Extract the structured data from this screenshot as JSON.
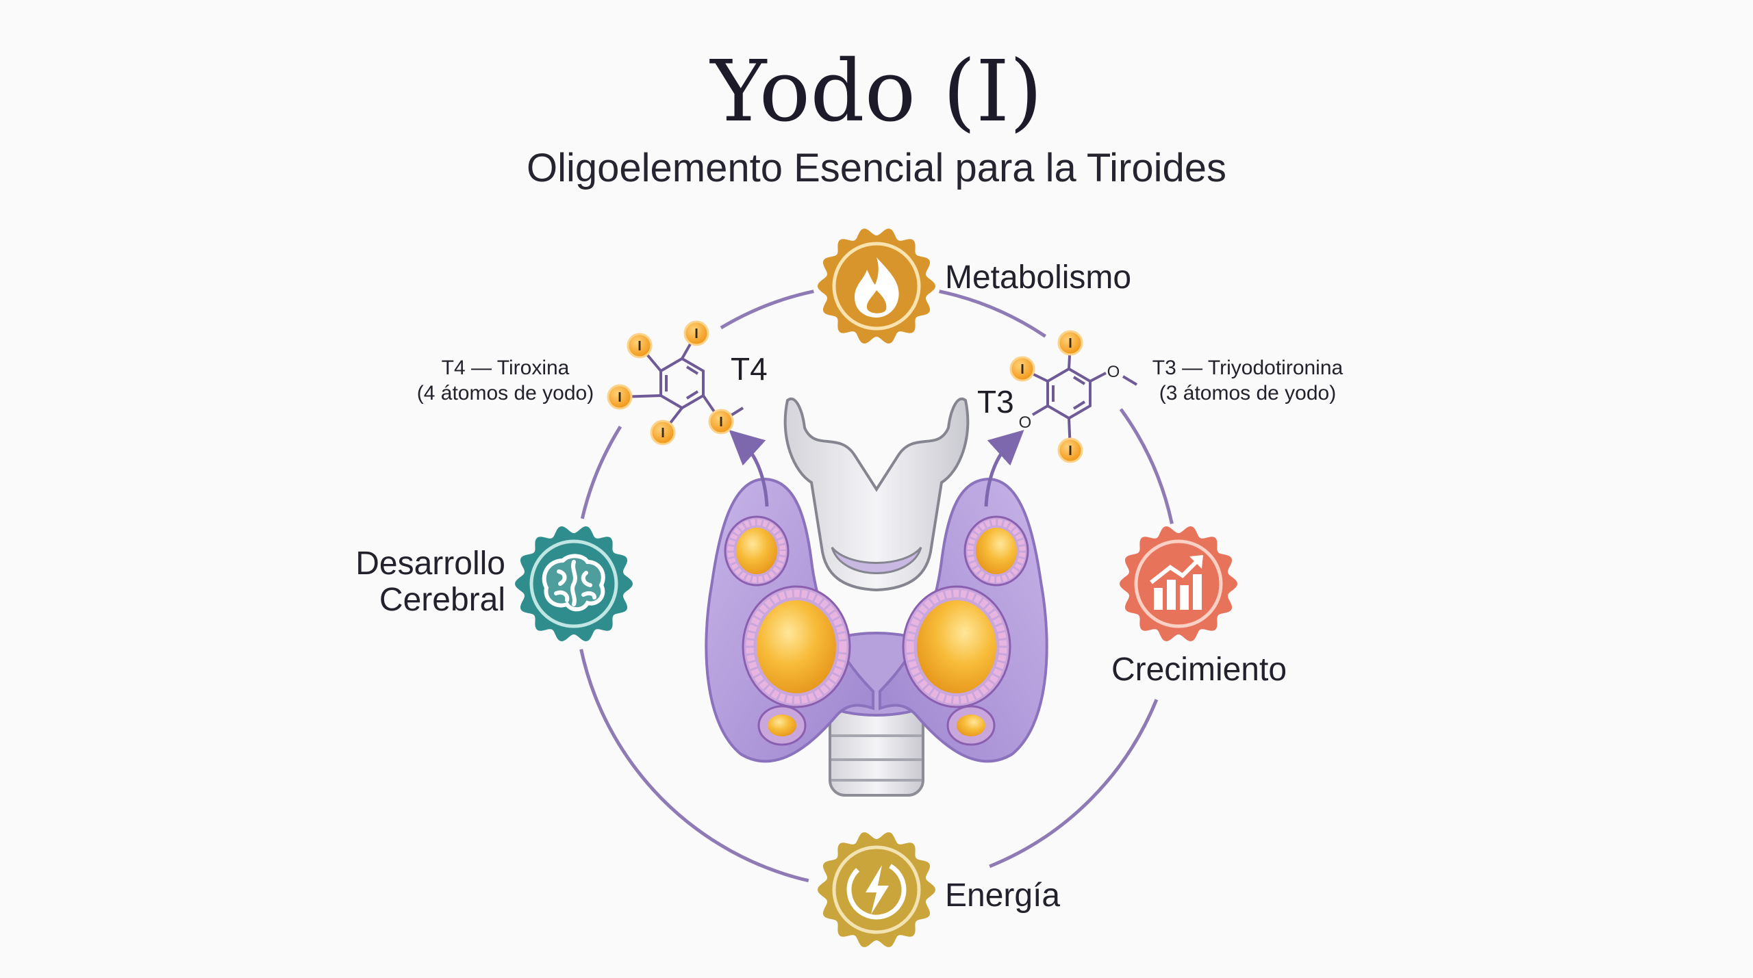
{
  "title": "Yodo (I)",
  "subtitle": "Oligoelemento Esencial para la Tiroides",
  "benefits": {
    "metabolism": {
      "label": "Metabolismo",
      "icon": "flame-icon",
      "color": "#d8952b"
    },
    "brain": {
      "line1": "Desarrollo",
      "line2": "Cerebral",
      "icon": "brain-icon",
      "color": "#2f8e8d"
    },
    "growth": {
      "label": "Crecimiento",
      "icon": "growth-chart-icon",
      "color": "#e7735b"
    },
    "energy": {
      "label": "Energía",
      "icon": "lightning-icon",
      "color": "#c9a53b"
    }
  },
  "hormones": {
    "t4": {
      "short": "T4",
      "name": "T4 — Tiroxina",
      "detail": "(4 átomos de yodo)"
    },
    "t3": {
      "short": "T3",
      "name": "T3 — Triyodotironina",
      "detail": "(3 átomos de yodo)"
    }
  },
  "atoms": {
    "iodine": "I",
    "oxygen": "O"
  },
  "colors": {
    "cycle": "#8e7bb5",
    "thyroid": "#b39ddb",
    "colloid": "#f5b732"
  }
}
